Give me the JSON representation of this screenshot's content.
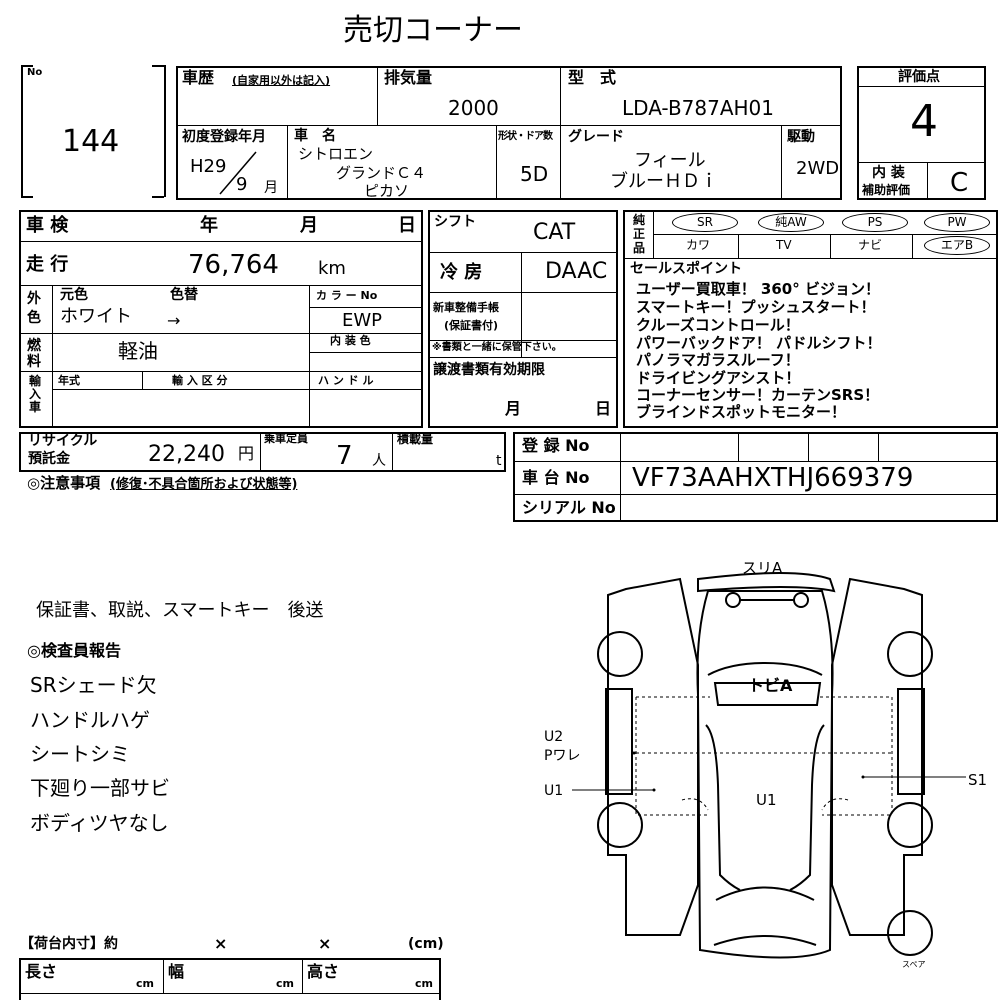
{
  "title": "売切コーナー",
  "lot": {
    "label": "No",
    "value": "144"
  },
  "history": {
    "label": "車歴",
    "note": "(自家用以外は記入)"
  },
  "displacement": {
    "label": "排気量",
    "value": "2000"
  },
  "model_code": {
    "label": "型　式",
    "value": "LDA-B787AH01"
  },
  "score": {
    "label": "評価点",
    "value": "4"
  },
  "interior": {
    "label_top": "内 装",
    "label_bottom": "補助評価",
    "value": "C"
  },
  "first_reg": {
    "label": "初度登録年月",
    "era_year": "H29",
    "month": "9",
    "month_unit": "月"
  },
  "car_name": {
    "label": "車　名",
    "line1": "シトロエン",
    "line2": "グランドＣ４",
    "line3": "ピカソ"
  },
  "doors": {
    "label": "形状・ドア数",
    "value": "5D"
  },
  "grade": {
    "label": "グレード",
    "line1": "フィール",
    "line2": "ブルーＨＤｉ"
  },
  "drive": {
    "label": "駆動",
    "value": "2WD"
  },
  "inspection": {
    "label": "車 検",
    "year": "年",
    "month": "月",
    "day": "日"
  },
  "mileage": {
    "label": "走 行",
    "value": "76,764",
    "unit": "km"
  },
  "exterior": {
    "side": "外色",
    "orig_label": "元色",
    "change_label": "色替",
    "value": "ホワイト",
    "arrow": "→",
    "colorno_label": "カ ラ ー No",
    "colorno": "EWP"
  },
  "fuel": {
    "side": "燃料",
    "value": "軽油"
  },
  "interior_color": {
    "label": "内 装 色"
  },
  "import": {
    "side": "輸入車",
    "year_label": "年式",
    "class_label": "輸 入 区 分",
    "handle_label": "ハ ン ド ル"
  },
  "shift": {
    "label": "シフト",
    "value": "CAT"
  },
  "aircon": {
    "label": "冷 房",
    "value": "DAAC"
  },
  "new_car_warranty": {
    "line1": "新車整備手帳",
    "line2": "(保証書付)",
    "note": "※書類と一緒に保管下さい。"
  },
  "transfer": {
    "label": "譲渡書類有効期限",
    "month": "月",
    "day": "日"
  },
  "equipment": {
    "side": "純正品",
    "row1": [
      "SR",
      "純AW",
      "PS",
      "PW"
    ],
    "row2": [
      "カワ",
      "TV",
      "ナビ",
      "エアB"
    ]
  },
  "sales_points": {
    "label": "セールスポイント",
    "lines": [
      "ユーザー買取車！ 360° ビジョン！",
      "スマートキー！プッシュスタート！",
      "クルーズコントロール！",
      "パワーバックドア！ パドルシフト！",
      "パノラマガラスルーフ！",
      "ドライビングアシスト！",
      "コーナーセンサー！カーテンSRS！",
      "ブラインドスポットモニター！"
    ]
  },
  "recycle": {
    "label1": "リサイクル",
    "label2": "預託金",
    "value": "22,240",
    "unit": "円"
  },
  "capacity": {
    "label": "乗車定員",
    "value": "7",
    "unit": "人"
  },
  "load": {
    "label": "積載量",
    "unit": "t"
  },
  "registration": {
    "label": "登 録 No"
  },
  "chassis": {
    "label": "車 台 No",
    "value": "VF73AAHXTHJ669379"
  },
  "serial": {
    "label": "シリアル No"
  },
  "notes": {
    "label": "◎注意事項",
    "sub": "(修復･不具合箇所および状態等)",
    "line": "保証書、取説、スマートキー　後送"
  },
  "inspector": {
    "label": "◎検査員報告",
    "lines": [
      "SRシェード欠",
      "ハンドルハゲ",
      "シートシミ",
      "下廻り一部サビ",
      "ボディツヤなし"
    ]
  },
  "diagram": {
    "top": "スリA",
    "roof": "トビA",
    "left_upper1": "U2",
    "left_upper2": "Pワレ",
    "left_lower": "U1",
    "center": "U1",
    "right": "S1",
    "spare": "スペア"
  },
  "cargo": {
    "label": "【荷台内寸】約",
    "x1": "×",
    "x2": "×",
    "unit": "(cm)",
    "length": "長さ",
    "width": "幅",
    "height": "高さ",
    "cm": "cm"
  }
}
